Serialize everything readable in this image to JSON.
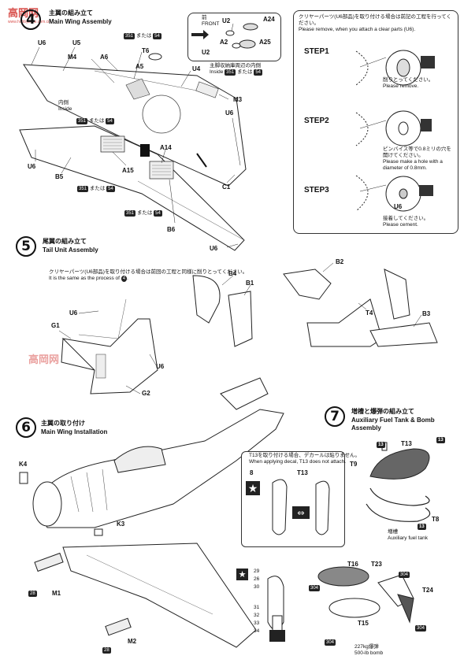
{
  "watermark": {
    "main": "高岡网",
    "sub": "www.hobbyzone.com.cn"
  },
  "step4": {
    "number": "4",
    "title_jp": "主翼の組み立て",
    "title_en": "Main Wing Assembly",
    "parts": [
      "U6",
      "U5",
      "M4",
      "A6",
      "T6",
      "A5",
      "U4",
      "M3",
      "U6",
      "A14",
      "A15",
      "C1",
      "B5",
      "B6",
      "U6"
    ],
    "inside_jp": "内側",
    "inside_en": "Inside",
    "or_jp": "または",
    "or_en": "or",
    "alt_parts": [
      "351",
      "54"
    ]
  },
  "inset": {
    "front_jp": "前",
    "front_en": "FRONT",
    "parts": [
      "U2",
      "A24",
      "A2",
      "A25",
      "U2"
    ],
    "note_jp": "主脚収納庫周辺の内側",
    "note_en": "Inside"
  },
  "clear_box": {
    "note_jp": "クリヤーパーツ(U6部品)を取り付ける場合は前記の工程を行ってください。",
    "note_en": "Please remove, when you attach a clear parts (U6).",
    "steps": [
      {
        "label": "STEP1",
        "jp": "削りとってください。",
        "en": "Please remove."
      },
      {
        "label": "STEP2",
        "jp": "ピンバイス等で0.8ミリの穴を開けてください。",
        "en": "Please make a hole with a diameter of 0.8mm."
      },
      {
        "label": "STEP3",
        "jp": "接着してください。",
        "en": "Please cement.",
        "part": "U6"
      }
    ]
  },
  "step5": {
    "number": "5",
    "title_jp": "尾翼の組み立て",
    "title_en": "Tail Unit Assembly",
    "note_jp": "クリヤーパーツ(U6部品)を取り付ける場合は前回の工程と同様に削りとってください。",
    "note_en": "It is the same as the process of",
    "note_ref": "4",
    "parts": [
      "U6",
      "G1",
      "U6",
      "G2",
      "B4",
      "B1",
      "B2",
      "T4",
      "B3"
    ]
  },
  "step6": {
    "number": "6",
    "title_jp": "主翼の取り付け",
    "title_en": "Main Wing Installation",
    "parts": [
      "K4",
      "K3",
      "M1",
      "M2"
    ],
    "part_28": "28"
  },
  "step7": {
    "number": "7",
    "title_jp": "増槽と爆弾の組み立て",
    "title_en": "Auxiliary Fuel Tank & Bomb Assembly",
    "parts": [
      "13",
      "T13",
      "T9",
      "13",
      "T8"
    ],
    "fuel_jp": "増槽",
    "fuel_en": "Auxiliary fuel tank",
    "decal_note_jp": "T13を取り付ける場合、デカールは貼りません。",
    "decal_note_en": "When applying decal, T13 does not attach.",
    "decal_nums": [
      "8",
      "T13"
    ],
    "bomb_nums": [
      "29",
      "26",
      "30",
      "31",
      "32",
      "33",
      "34"
    ],
    "bomb_parts": [
      "T16",
      "T23",
      "304",
      "T24",
      "304",
      "T15",
      "304",
      "304"
    ],
    "bomb_jp": "227kg爆弾",
    "bomb_en": "500-lb bomb"
  }
}
